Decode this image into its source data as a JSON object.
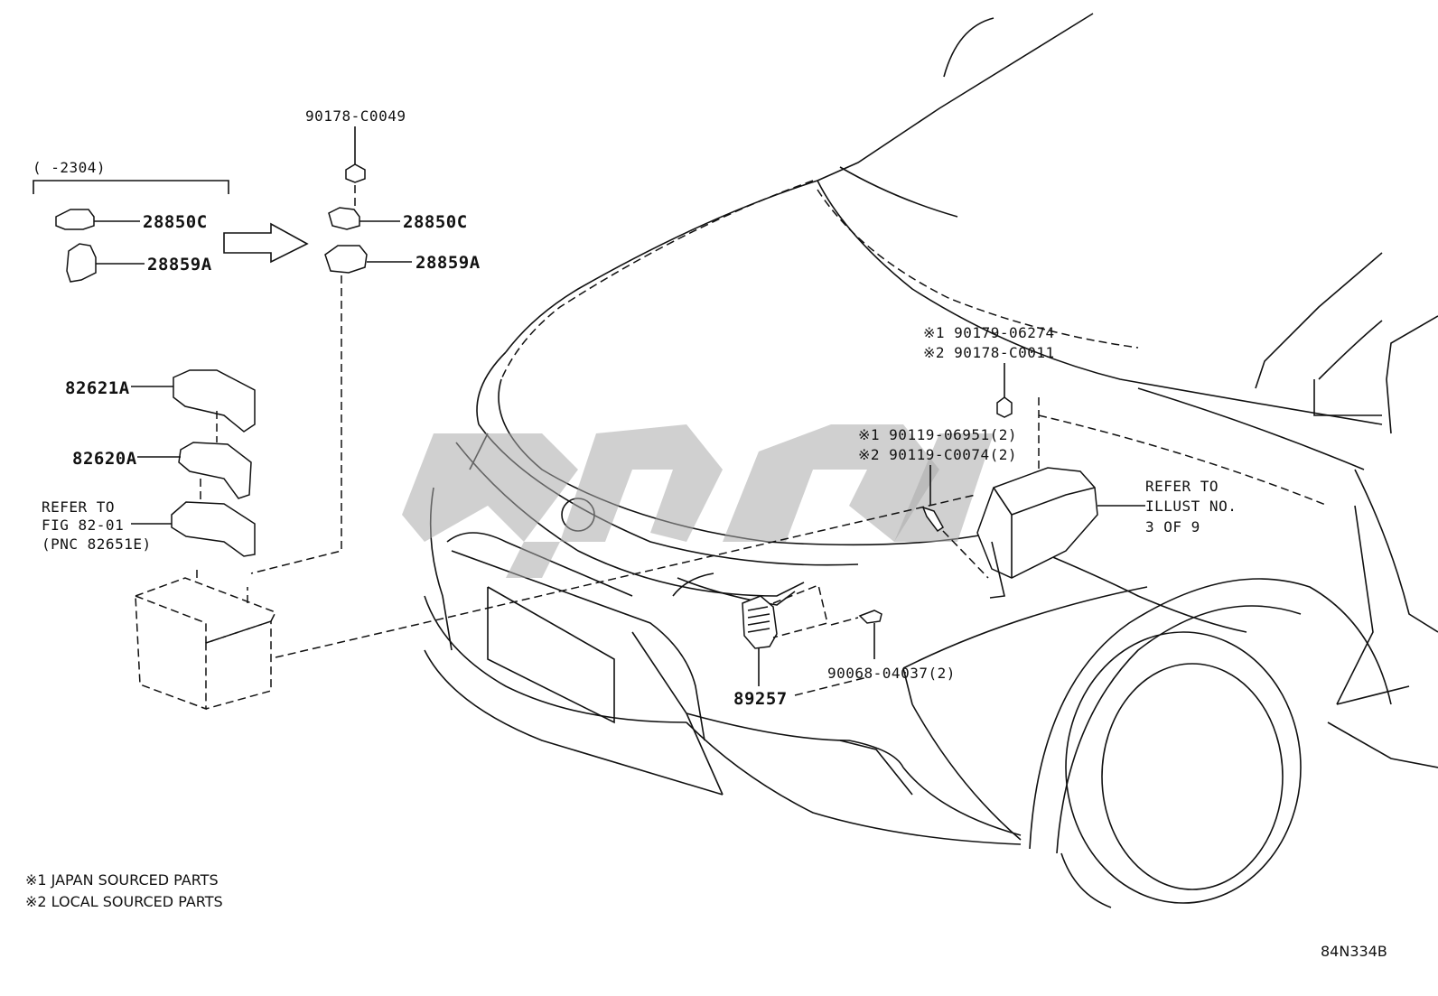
{
  "labels": {
    "top_clip": "90178-C0049",
    "date_range": "(      -2304)",
    "left_28850c": "28850C",
    "left_28859a": "28859A",
    "right_28850c": "28850C",
    "right_28859a": "28859A",
    "p82621a": "82621A",
    "p82620a": "82620A",
    "refer_fig_1": "REFER TO",
    "refer_fig_2": "FIG 82-01",
    "refer_fig_3": "(PNC 82651E)",
    "nut_1": "※1 90179-06274",
    "nut_2": "※2 90178-C0011",
    "bolt_1": "※1 90119-06951(2)",
    "bolt_2": "※2 90119-C0074(2)",
    "refer_illust_1": "REFER TO",
    "refer_illust_2": "ILLUST NO.",
    "refer_illust_3": "3 OF 9",
    "p89257": "89257",
    "bolt_90068": "90068-04037(2)"
  },
  "legend": {
    "note_1": "※1 JAPAN SOURCED PARTS",
    "note_2": "※2 LOCAL SOURCED PARTS"
  },
  "figure_code": "84N334B",
  "colors": {
    "ink": "#111111",
    "watermark": "#a9a9a9",
    "background": "#ffffff"
  }
}
